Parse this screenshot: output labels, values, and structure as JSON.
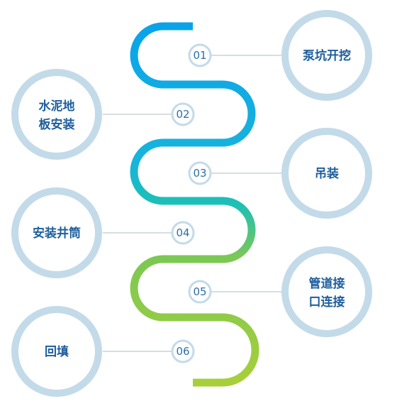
{
  "steps": [
    {
      "number": "01",
      "label_lines": [
        "泵坑开挖"
      ]
    },
    {
      "number": "02",
      "label_lines": [
        "水泥地",
        "板安装"
      ]
    },
    {
      "number": "03",
      "label_lines": [
        "吊装"
      ]
    },
    {
      "number": "04",
      "label_lines": [
        "安装井筒"
      ]
    },
    {
      "number": "05",
      "label_lines": [
        "管道接",
        "口连接"
      ]
    },
    {
      "number": "06",
      "label_lines": [
        "回填"
      ]
    }
  ],
  "colors": {
    "path_gradient": [
      "#0aa3ea",
      "#18b4dc",
      "#1cc0b5",
      "#7cc853",
      "#a7cf3a"
    ],
    "circle_ring": "#c3dae9",
    "label_text": "#1e5e9c",
    "number_text": "#2a6fa8"
  }
}
